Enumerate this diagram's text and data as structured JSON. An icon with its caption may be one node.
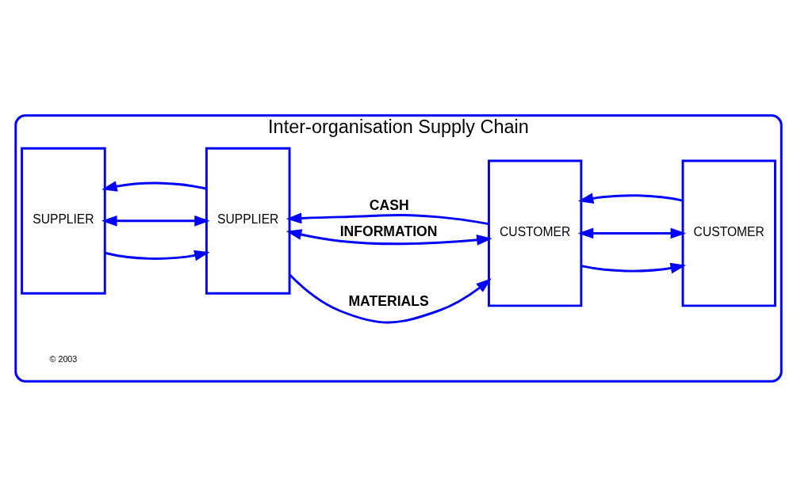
{
  "diagram": {
    "nodes": [
      {
        "text": [
          "Inter-organisation Supply Chain"
        ]
      },
      {
        "text": [
          "SUPPLIER"
        ],
        "in": 0
      },
      {
        "text": [
          "SUPPLIER"
        ],
        "in": 0
      },
      {
        "text": [
          "CUSTOMER"
        ],
        "in": 0
      },
      {
        "text": [
          "CUSTOMER"
        ],
        "in": 0
      }
    ],
    "edges": [
      {
        "from": 1,
        "to": 2,
        "arrow": "to"
      },
      {
        "from": 1,
        "to": 2,
        "arrow": "both"
      },
      {
        "from": 2,
        "to": 1,
        "arrow": "to"
      },
      {
        "from": 2,
        "to": 3,
        "arrow": "to",
        "label": "MATERIALS"
      },
      {
        "from": 2,
        "to": 3,
        "arrow": "both",
        "label": "INFORMATION"
      },
      {
        "from": 3,
        "to": 2,
        "arrow": "to",
        "label": "CASH"
      },
      {
        "from": 3,
        "to": 4,
        "arrow": "to"
      },
      {
        "from": 3,
        "to": 4,
        "arrow": "both"
      },
      {
        "from": 4,
        "to": 3,
        "arrow": "to"
      }
    ],
    "labels": [
      "© 2003"
    ]
  }
}
